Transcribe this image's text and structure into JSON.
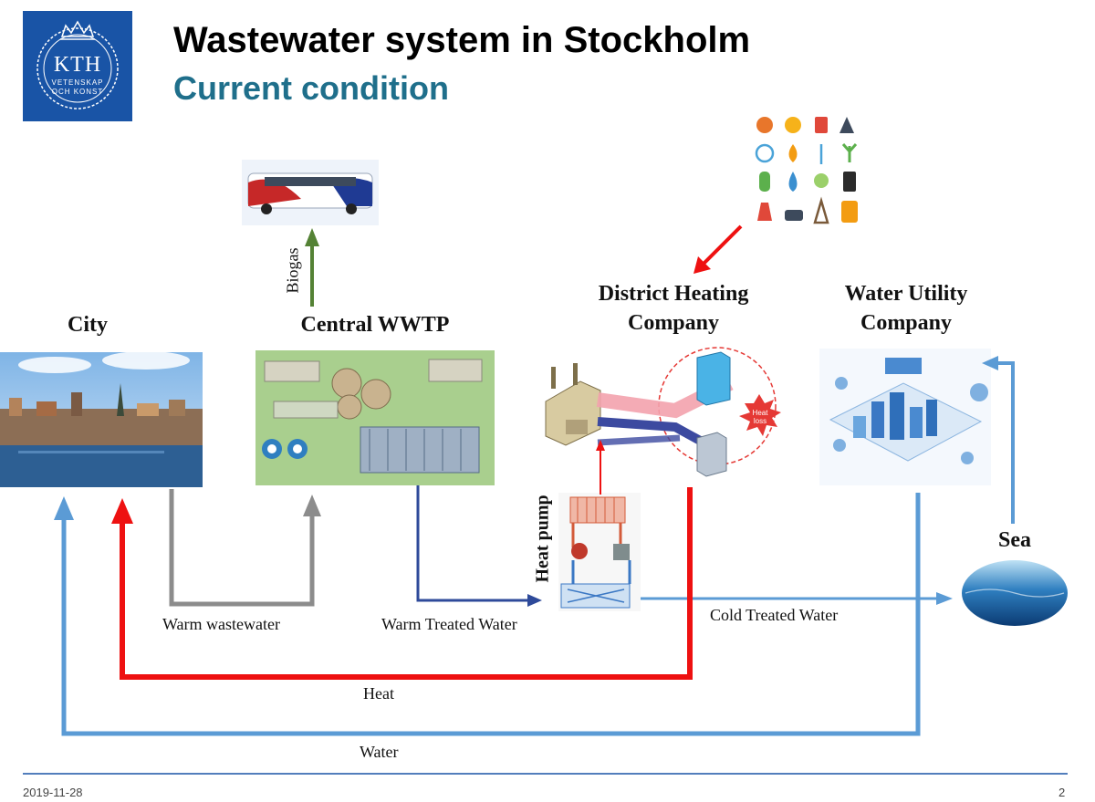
{
  "slide": {
    "title": "Wastewater system in Stockholm",
    "subtitle": "Current condition",
    "logo": {
      "main": "KTH",
      "line1": "VETENSKAP",
      "line2": "OCH KONST"
    },
    "date": "2019-11-28",
    "page_number": "2"
  },
  "nodes": {
    "city": "City",
    "wwtp": "Central WWTP",
    "district_heating": [
      "District Heating",
      "Company"
    ],
    "water_utility": [
      "Water Utility",
      "Company"
    ],
    "sea": "Sea",
    "heat_pump": "Heat pump"
  },
  "flows": {
    "biogas": "Biogas",
    "warm_wastewater": "Warm wastewater",
    "warm_treated_water": "Warm Treated Water",
    "cold_treated_water": "Cold Treated Water",
    "heat": "Heat",
    "water": "Water"
  },
  "inset_labels": {
    "heat_loss": [
      "Heat",
      "loss"
    ]
  },
  "colors": {
    "heat": "#ee1111",
    "water": "#5b9bd5",
    "wastewater": "#8c8c8c",
    "treated": "#2e4a9a",
    "biogas": "#548235",
    "kth_blue": "#1954a6",
    "subtitle": "#1f6f8b"
  }
}
